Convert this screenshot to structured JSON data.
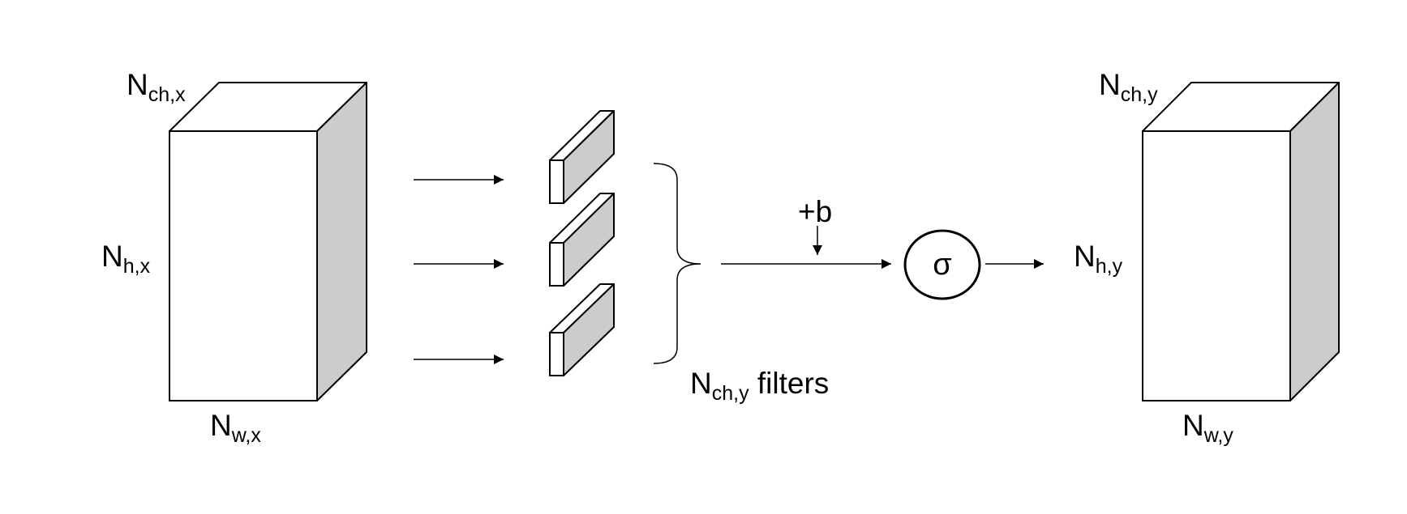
{
  "colors": {
    "stroke": "#000000",
    "face": "#ffffff",
    "side": "#cccccc"
  },
  "input_tensor": {
    "channels": {
      "base": "N",
      "sub": "ch,x"
    },
    "height": {
      "base": "N",
      "sub": "h,x"
    },
    "width": {
      "base": "N",
      "sub": "w,x"
    }
  },
  "filters": {
    "count": 3,
    "label": {
      "base": "N",
      "sub": "ch,y",
      "suffix": " filters"
    }
  },
  "bias": {
    "label": "+b"
  },
  "activation": {
    "symbol": "σ"
  },
  "output_tensor": {
    "channels": {
      "base": "N",
      "sub": "ch,y"
    },
    "height": {
      "base": "N",
      "sub": "h,y"
    },
    "width": {
      "base": "N",
      "sub": "w,y"
    }
  }
}
